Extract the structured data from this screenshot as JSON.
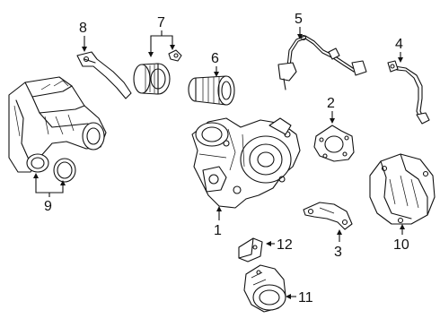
{
  "labels": {
    "p1": "1",
    "p2": "2",
    "p3": "3",
    "p4": "4",
    "p5": "5",
    "p6": "6",
    "p7": "7",
    "p8": "8",
    "p9": "9",
    "p10": "10",
    "p11": "11",
    "p12": "12"
  }
}
